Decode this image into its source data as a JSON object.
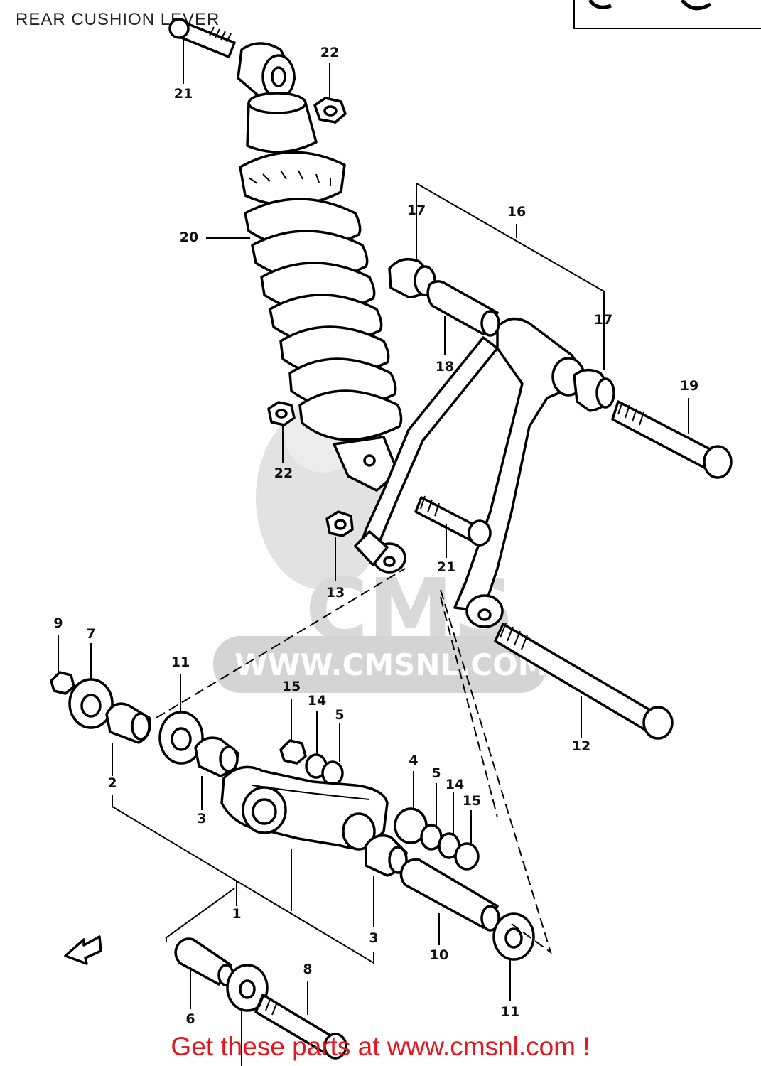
{
  "diagram": {
    "title": "REAR CUSHION LEVER",
    "footer": "Get these parts at www.cmsnl.com !",
    "watermark": {
      "logo_text": "CMS",
      "url_text": "WWW.CMSNL.COM"
    },
    "callouts": [
      {
        "id": "c21a",
        "label": "21"
      },
      {
        "id": "c22a",
        "label": "22"
      },
      {
        "id": "c20",
        "label": "20"
      },
      {
        "id": "c17a",
        "label": "17"
      },
      {
        "id": "c16",
        "label": "16"
      },
      {
        "id": "c17b",
        "label": "17"
      },
      {
        "id": "c18",
        "label": "18"
      },
      {
        "id": "c19",
        "label": "19"
      },
      {
        "id": "c22b",
        "label": "22"
      },
      {
        "id": "c21b",
        "label": "21"
      },
      {
        "id": "c13",
        "label": "13"
      },
      {
        "id": "c9",
        "label": "9"
      },
      {
        "id": "c7",
        "label": "7"
      },
      {
        "id": "c11a",
        "label": "11"
      },
      {
        "id": "c15a",
        "label": "15"
      },
      {
        "id": "c14a",
        "label": "14"
      },
      {
        "id": "c5a",
        "label": "5"
      },
      {
        "id": "c12",
        "label": "12"
      },
      {
        "id": "c2",
        "label": "2"
      },
      {
        "id": "c3a",
        "label": "3"
      },
      {
        "id": "c4",
        "label": "4"
      },
      {
        "id": "c5b",
        "label": "5"
      },
      {
        "id": "c14b",
        "label": "14"
      },
      {
        "id": "c15b",
        "label": "15"
      },
      {
        "id": "c1",
        "label": "1"
      },
      {
        "id": "c3b",
        "label": "3"
      },
      {
        "id": "c10",
        "label": "10"
      },
      {
        "id": "c6",
        "label": "6"
      },
      {
        "id": "c8",
        "label": "8"
      },
      {
        "id": "c11b",
        "label": "11"
      }
    ]
  }
}
